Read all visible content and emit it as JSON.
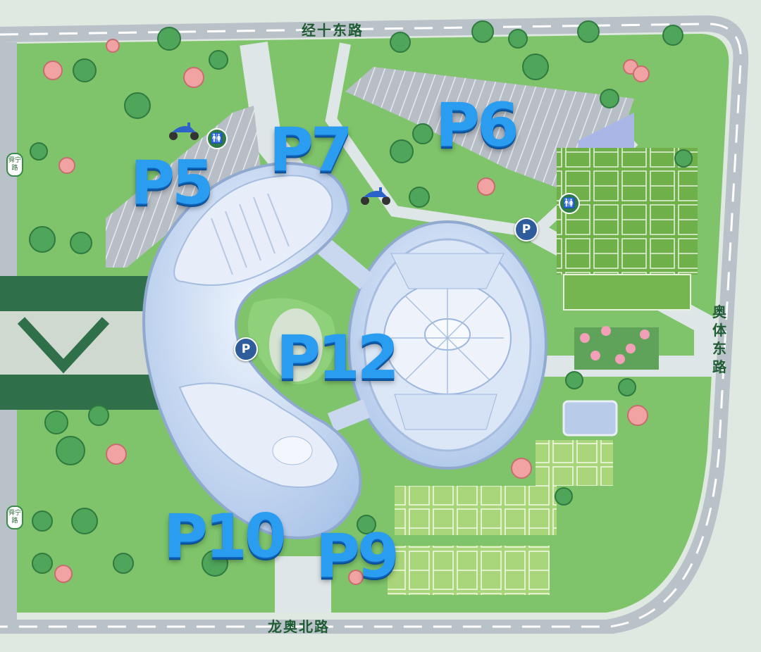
{
  "roads": {
    "north": "经十东路",
    "south": "龙奥北路",
    "east": "奥体东路",
    "west_top": "舜宁路",
    "west_bottom": "舜宁路"
  },
  "parking_lots": [
    {
      "id": "p5",
      "label": "P5"
    },
    {
      "id": "p6",
      "label": "P6"
    },
    {
      "id": "p7",
      "label": "P7"
    },
    {
      "id": "p9",
      "label": "P9"
    },
    {
      "id": "p10",
      "label": "P10"
    },
    {
      "id": "p12",
      "label": "P12"
    }
  ],
  "icons": {
    "parking_symbol": "P",
    "restroom": "restroom-icon",
    "scooter": "scooter-icon"
  },
  "colors": {
    "road": "#b9c1c9",
    "grass": "#8fd07a",
    "dark_grass": "#3f8f4a",
    "building": "#c7d9f2",
    "parking_text": "#2a9df0"
  }
}
